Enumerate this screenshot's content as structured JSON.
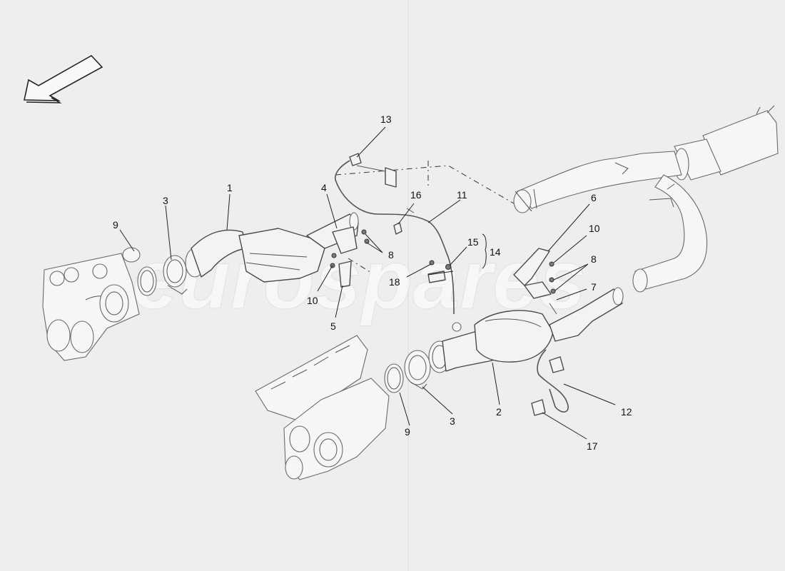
{
  "diagram": {
    "watermark": "eurospares",
    "callouts": {
      "c1": "1",
      "c2": "2",
      "c3a": "3",
      "c3b": "3",
      "c4": "4",
      "c5": "5",
      "c6": "6",
      "c7": "7",
      "c8a": "8",
      "c8b": "8",
      "c9a": "9",
      "c9b": "9",
      "c10a": "10",
      "c10b": "10",
      "c11": "11",
      "c12": "12",
      "c13": "13",
      "c14": "14",
      "c15": "15",
      "c16": "16",
      "c17": "17",
      "c18": "18"
    }
  }
}
